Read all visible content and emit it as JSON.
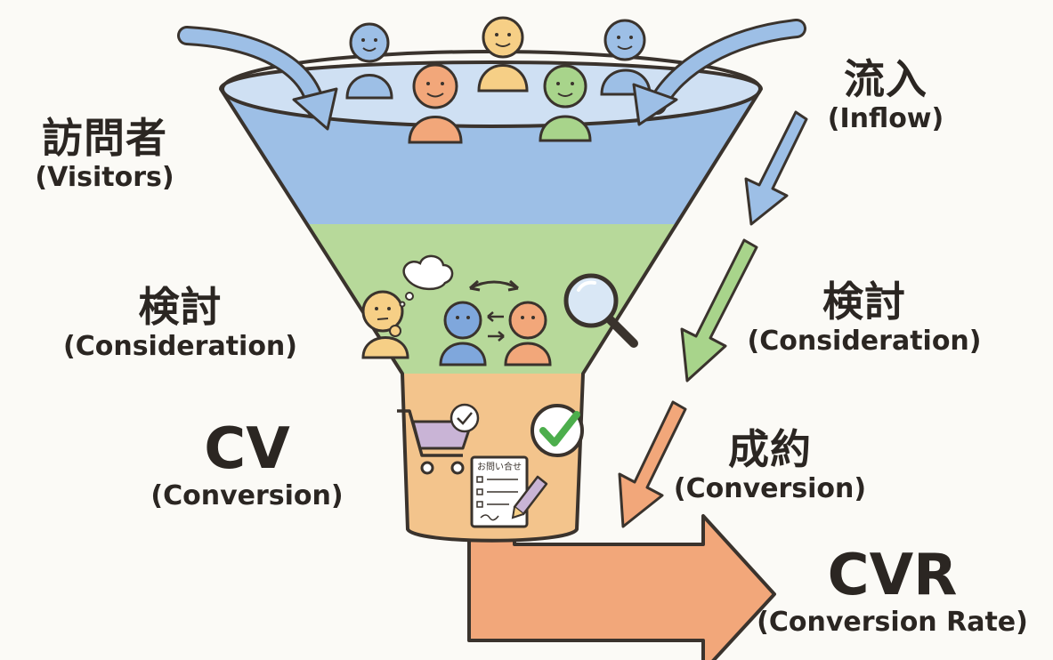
{
  "left_labels": {
    "visitors": {
      "jp": "訪問者",
      "en": "(Visitors)"
    },
    "consideration": {
      "jp": "検討",
      "en": "(Consideration)"
    },
    "cv": {
      "jp": "CV",
      "en": "(Conversion)"
    }
  },
  "right_labels": {
    "inflow": {
      "jp": "流入",
      "en": "(Inflow)"
    },
    "consideration": {
      "jp": "検討",
      "en": "(Consideration)"
    },
    "conversion": {
      "jp": "成約",
      "en": "(Conversion)"
    },
    "cvr": {
      "jp": "CVR",
      "en": "(Conversion Rate)"
    }
  },
  "funnel_icons": {
    "form_title": "お問い合せ"
  },
  "colors": {
    "visitors_band": "#9dbfe6",
    "consideration_band": "#b7d99a",
    "conversion_band": "#f3c48c",
    "inflow_arrow": "#9dbfe6",
    "consideration_arrow": "#a8d48b",
    "conversion_arrow": "#f2a77a",
    "outline": "#3a332d"
  }
}
